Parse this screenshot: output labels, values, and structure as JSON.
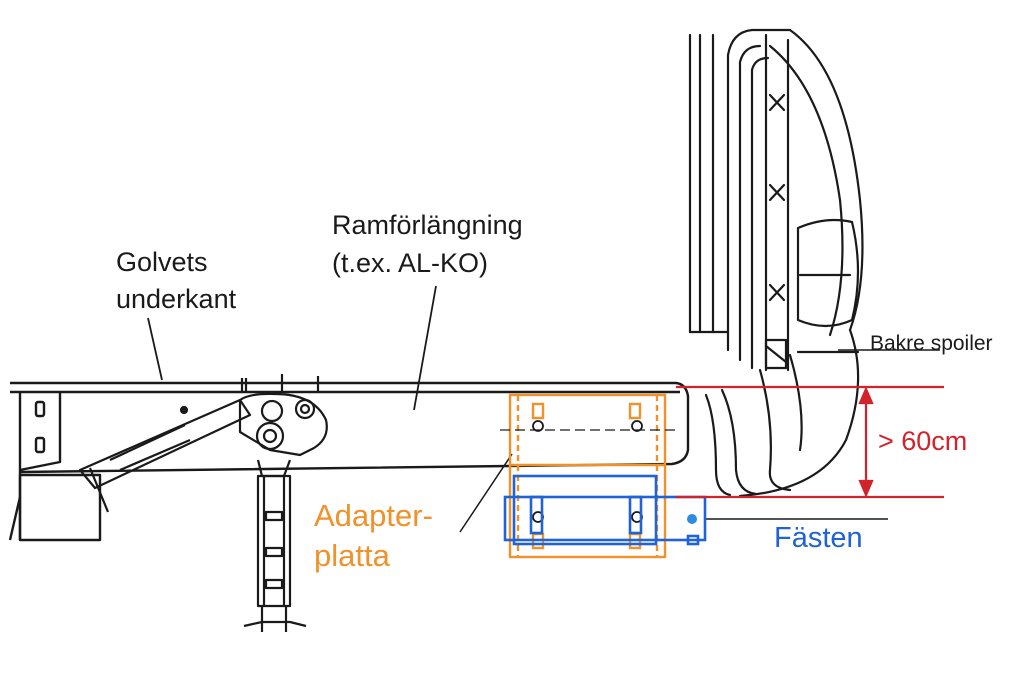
{
  "labels": {
    "golvets_line1": "Golvets",
    "golvets_line2": "underkant",
    "ram_line1": "Ramförlängning",
    "ram_line2": "(t.ex. AL-KO)",
    "bakre_spoiler": "Bakre spoiler",
    "height": "> 60cm",
    "adapter_line1": "Adapter-",
    "adapter_line2": "platta",
    "fasten": "Fästen"
  },
  "colors": {
    "line": "#1a1a1a",
    "adapter": "#f0912a",
    "mount": "#1f63d6",
    "dimension": "#d2222a"
  }
}
